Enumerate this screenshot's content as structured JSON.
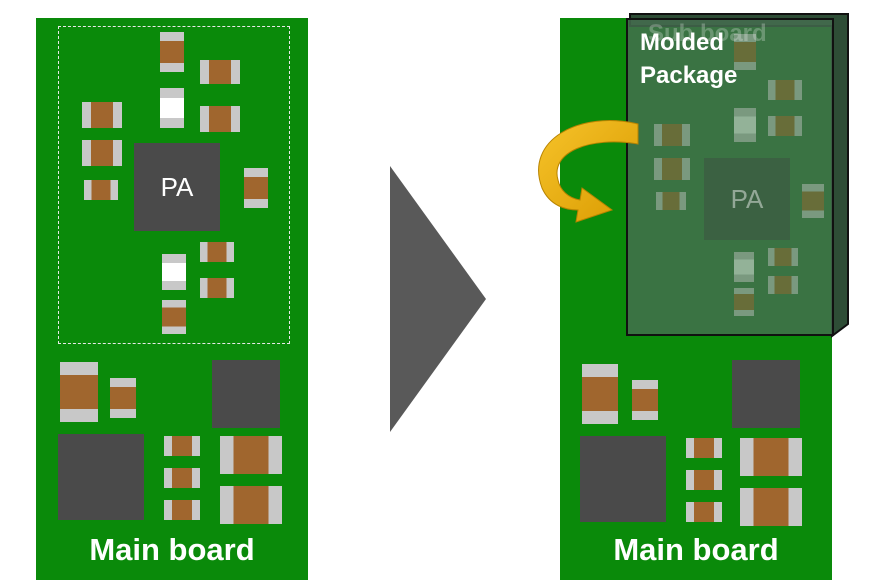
{
  "left_panel": {
    "board_label": "Main board",
    "pa_label": "PA"
  },
  "right_panel": {
    "board_label": "Main board",
    "sub_board_label": "Sub board",
    "molded_package_label": "Molded\nPackage",
    "pa_label": "PA"
  },
  "arrow_icon": "play-triangle-icon",
  "colors": {
    "board_green": "#0a8a0a",
    "chip_grey": "#4a4a4a",
    "component_brown": "#a0662e",
    "arrow_grey": "#595959",
    "curved_arrow": "#f2b705"
  }
}
